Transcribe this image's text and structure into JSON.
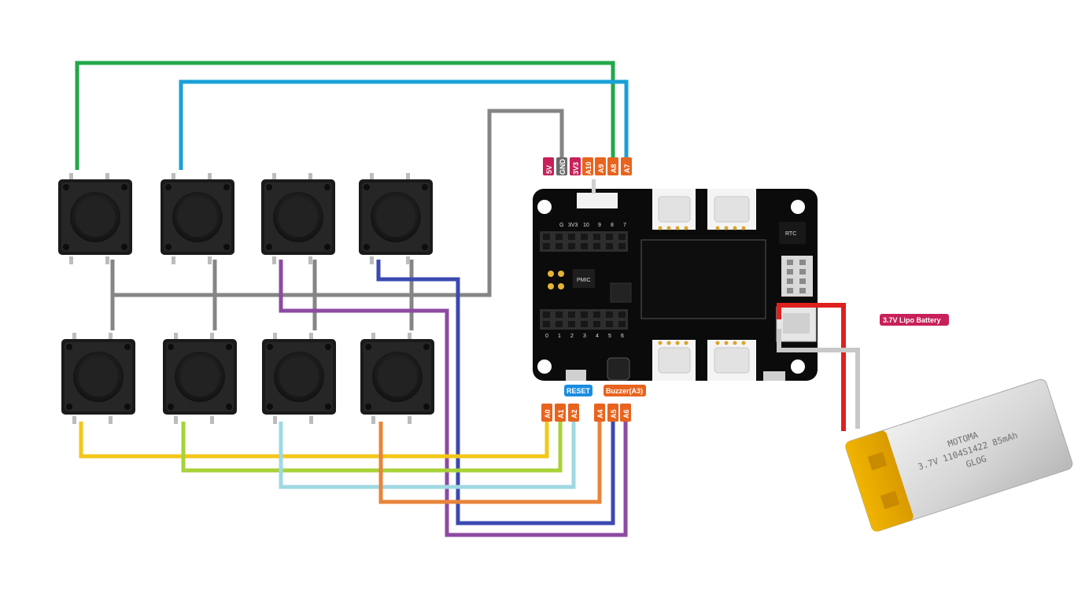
{
  "top_pins": [
    "5V",
    "GND",
    "3V3",
    "A10",
    "A9",
    "A8",
    "A7"
  ],
  "bottom_pins": [
    "A0",
    "A1",
    "A2",
    "A4",
    "A5",
    "A6"
  ],
  "tags": {
    "reset": "RESET",
    "buzzer": "Buzzer(A3)",
    "battery": "3.7V Lipo Battery"
  },
  "board": {
    "rtc": "RTC",
    "pmic": "PMIC",
    "header_top_labels": [
      "G",
      "3V3",
      "10",
      "9",
      "8",
      "7"
    ],
    "header_bottom_labels": [
      "0",
      "1",
      "2",
      "3",
      "4",
      "5",
      "6"
    ]
  },
  "battery_print": [
    "MOTOMA",
    "3.7V 1104S1422 85mAh",
    "GLOG"
  ],
  "colors": {
    "pin_red": "#c8205a",
    "pin_gray": "#6b6b6b",
    "pin_orange": "#e8641e",
    "wire_green": "#22a84a",
    "wire_blue": "#1aa0d8",
    "wire_gray": "#858585",
    "wire_purple": "#8e4aa2",
    "wire_navy": "#3b49b0",
    "wire_yellow": "#f3c619",
    "wire_lime": "#a7d238",
    "wire_lightblue": "#9fd8e2",
    "wire_orange": "#e8843a",
    "wire_red": "#e0201f",
    "wire_white": "#c8c8c8"
  }
}
